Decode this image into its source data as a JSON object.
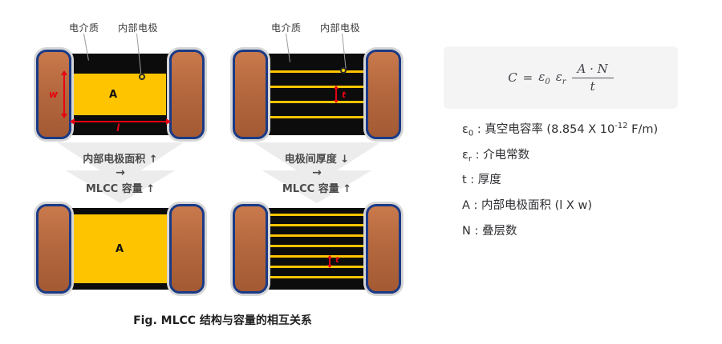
{
  "figure": {
    "caption": "Fig. MLCC 结构与容量的相互关系"
  },
  "panel_left": {
    "labels": {
      "dielectric": "电介质",
      "electrode": "内部电极"
    },
    "top_cap": {
      "area": "A",
      "w": "w",
      "l": "l"
    },
    "transition": {
      "line1": "内部电极面积 ↑",
      "arrow": "→",
      "line2": "MLCC 容量 ↑"
    },
    "bottom_cap": {
      "area": "A"
    }
  },
  "panel_right": {
    "labels": {
      "dielectric": "电介质",
      "electrode": "内部电极"
    },
    "top_cap": {
      "t": "t"
    },
    "transition": {
      "line1": "电极间厚度 ↓",
      "arrow": "→",
      "line2": "MLCC 容量 ↑"
    },
    "bottom_cap": {
      "t": "t"
    }
  },
  "formula": {
    "lhs": "C",
    "equals": "=",
    "eps0_base": "ε",
    "eps0_sub": "0",
    "epsr_base": "ε",
    "epsr_sub": "r",
    "numerator": "A · N",
    "denominator": "t"
  },
  "legend": [
    {
      "base": "ε",
      "sub": "0",
      "text": " : 真空电容率 (8.854 X 10",
      "sup": "-12",
      "tail": " F/m)"
    },
    {
      "base": "ε",
      "sub": "r",
      "text": " : 介电常数"
    },
    {
      "base": "t",
      "sub": "",
      "text": " : 厚度"
    },
    {
      "base": "A",
      "sub": "",
      "text": " : 内部电极面积 (l X w)"
    },
    {
      "base": "N",
      "sub": "",
      "text": " : 叠层数"
    }
  ],
  "colors": {
    "terminal_copper": "#b5683e",
    "terminal_ring_blue": "#1a3a86",
    "terminal_ring_gray": "#d6d6d6",
    "dielectric_black": "#0c0c0c",
    "electrode_yellow": "#ffc400",
    "dimension_red": "#e60012",
    "transition_gray": "#ececec",
    "formula_bg": "#f4f4f5"
  }
}
